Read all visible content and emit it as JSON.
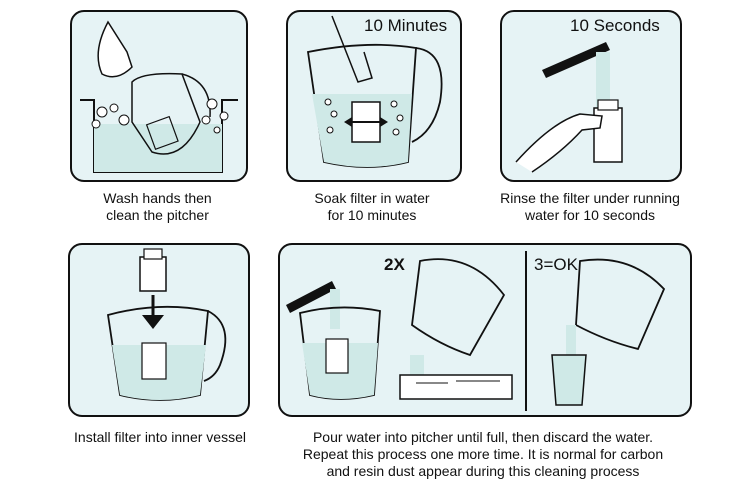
{
  "steps": [
    {
      "caption_line1": "Wash hands then",
      "caption_line2": "clean the pitcher"
    },
    {
      "badge": "10 Minutes",
      "caption_line1": "Soak filter in water",
      "caption_line2": "for 10 minutes"
    },
    {
      "badge": "10 Seconds",
      "caption_line1": "Rinse the filter under running",
      "caption_line2": "water for 10 seconds"
    },
    {
      "caption_line1": "Install filter into inner vessel"
    },
    {
      "badge_left": "2X",
      "badge_right": "3=OK",
      "caption_line1": "Pour water into pitcher until full, then discard the water.",
      "caption_line2": "Repeat this process one more time. It is normal for carbon",
      "caption_line3": "and resin dust appear during this cleaning process"
    }
  ],
  "colors": {
    "panel_bg": "#e6f3f5",
    "water": "#cfe9e7",
    "line": "#111111"
  }
}
